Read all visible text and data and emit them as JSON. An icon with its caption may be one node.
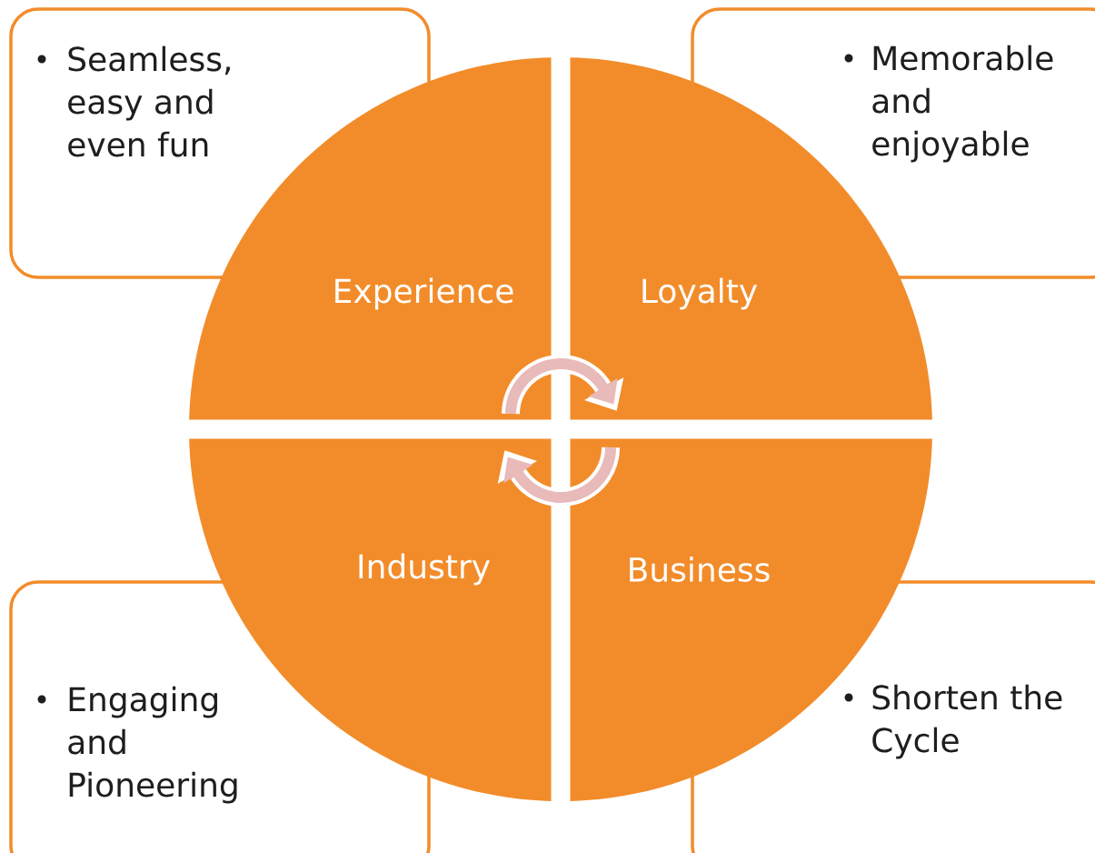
{
  "diagram": {
    "nodes": [
      {
        "text": [
          "Seamless, easy and even fun"
        ]
      },
      {
        "text": [
          "Memorable and enjoyable"
        ]
      },
      {
        "text": [
          "Experience"
        ]
      },
      {
        "text": [
          "Loyalty"
        ]
      },
      {
        "text": [
          "Industry"
        ]
      },
      {
        "text": [
          "Business"
        ]
      },
      {
        "text": [
          "Engaging and Pioneering"
        ]
      },
      {
        "text": [
          "Shorten the Cycle"
        ]
      }
    ],
    "edges": []
  }
}
